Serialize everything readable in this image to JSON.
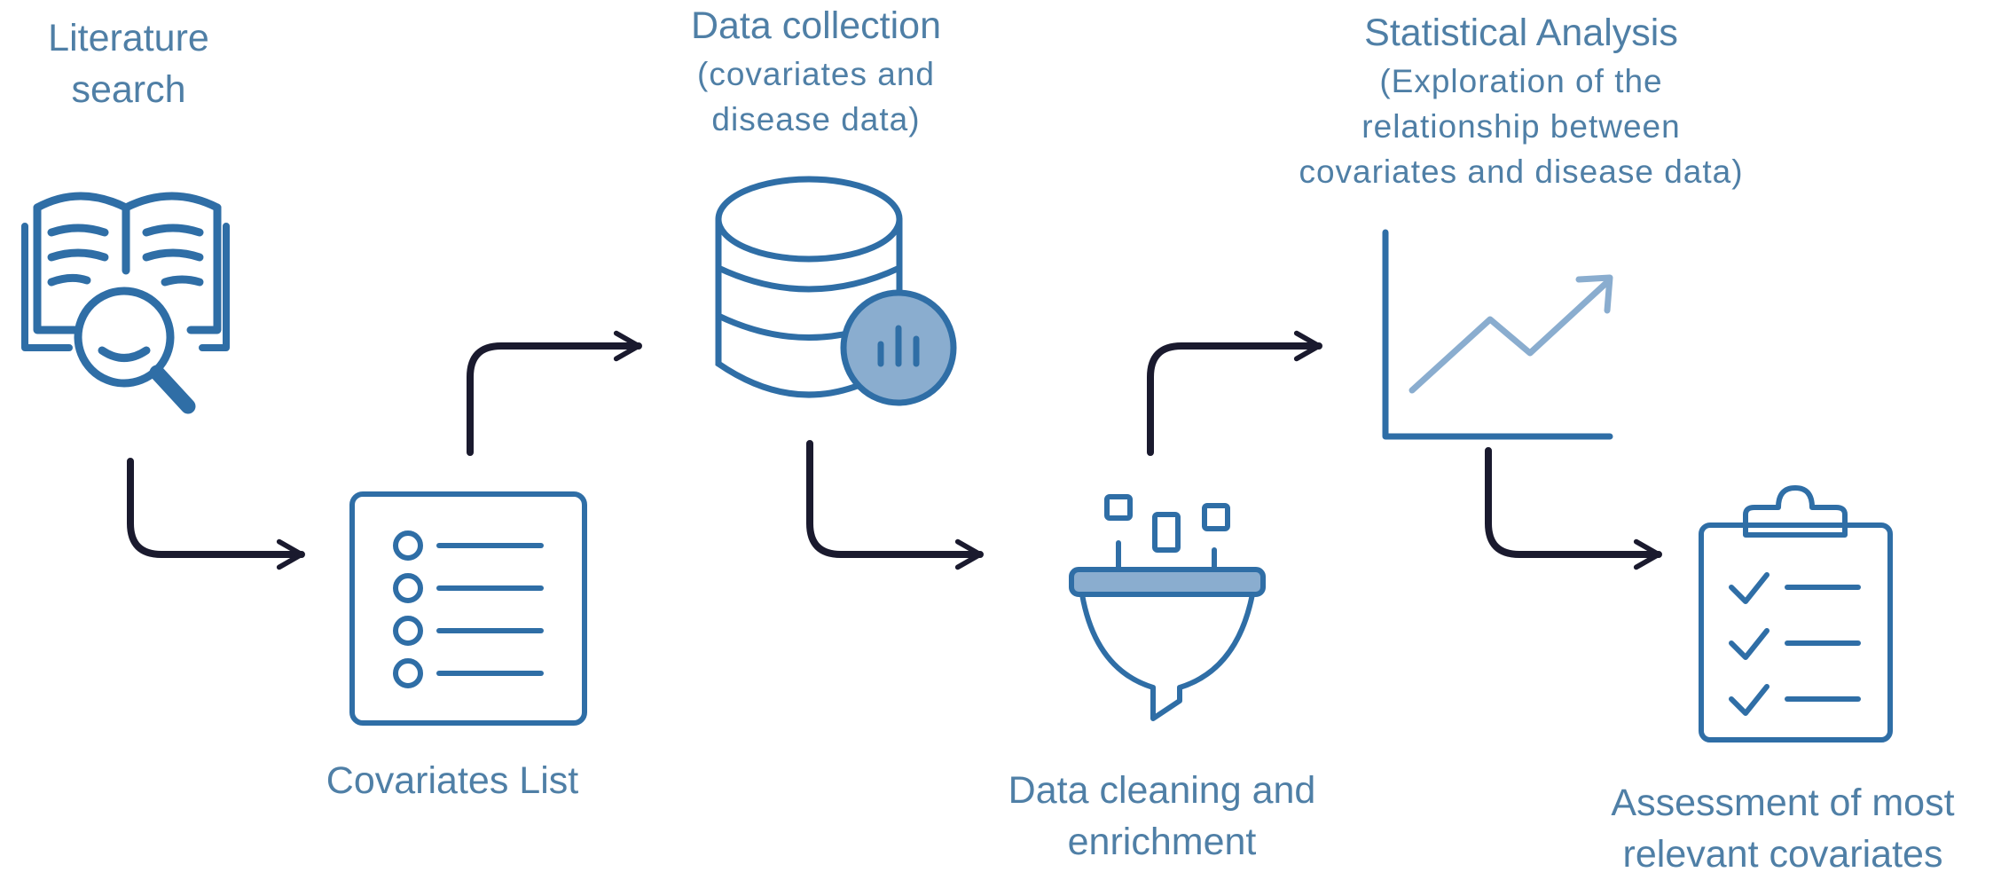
{
  "steps": {
    "literature": {
      "line1": "Literature",
      "line2": "search"
    },
    "collection": {
      "title": "Data collection",
      "line1": "(covariates and",
      "line2": "disease data)"
    },
    "analysis": {
      "title": "Statistical Analysis",
      "line1": "(Exploration of the",
      "line2": "relationship between",
      "line3": "covariates and disease data)"
    },
    "covariates": {
      "label": "Covariates List"
    },
    "cleaning": {
      "line1": "Data cleaning and",
      "line2": "enrichment"
    },
    "assessment": {
      "line1": "Assessment of most",
      "line2": "relevant covariates"
    }
  },
  "icons": [
    "book-search-icon",
    "list-icon",
    "database-chart-icon",
    "funnel-filter-icon",
    "line-chart-icon",
    "clipboard-check-icon"
  ],
  "colors": {
    "icon": "#2f6ea6",
    "icon_fill": "#8aadcf",
    "text": "#4f7fa6",
    "arrow": "#1a1a2e"
  }
}
